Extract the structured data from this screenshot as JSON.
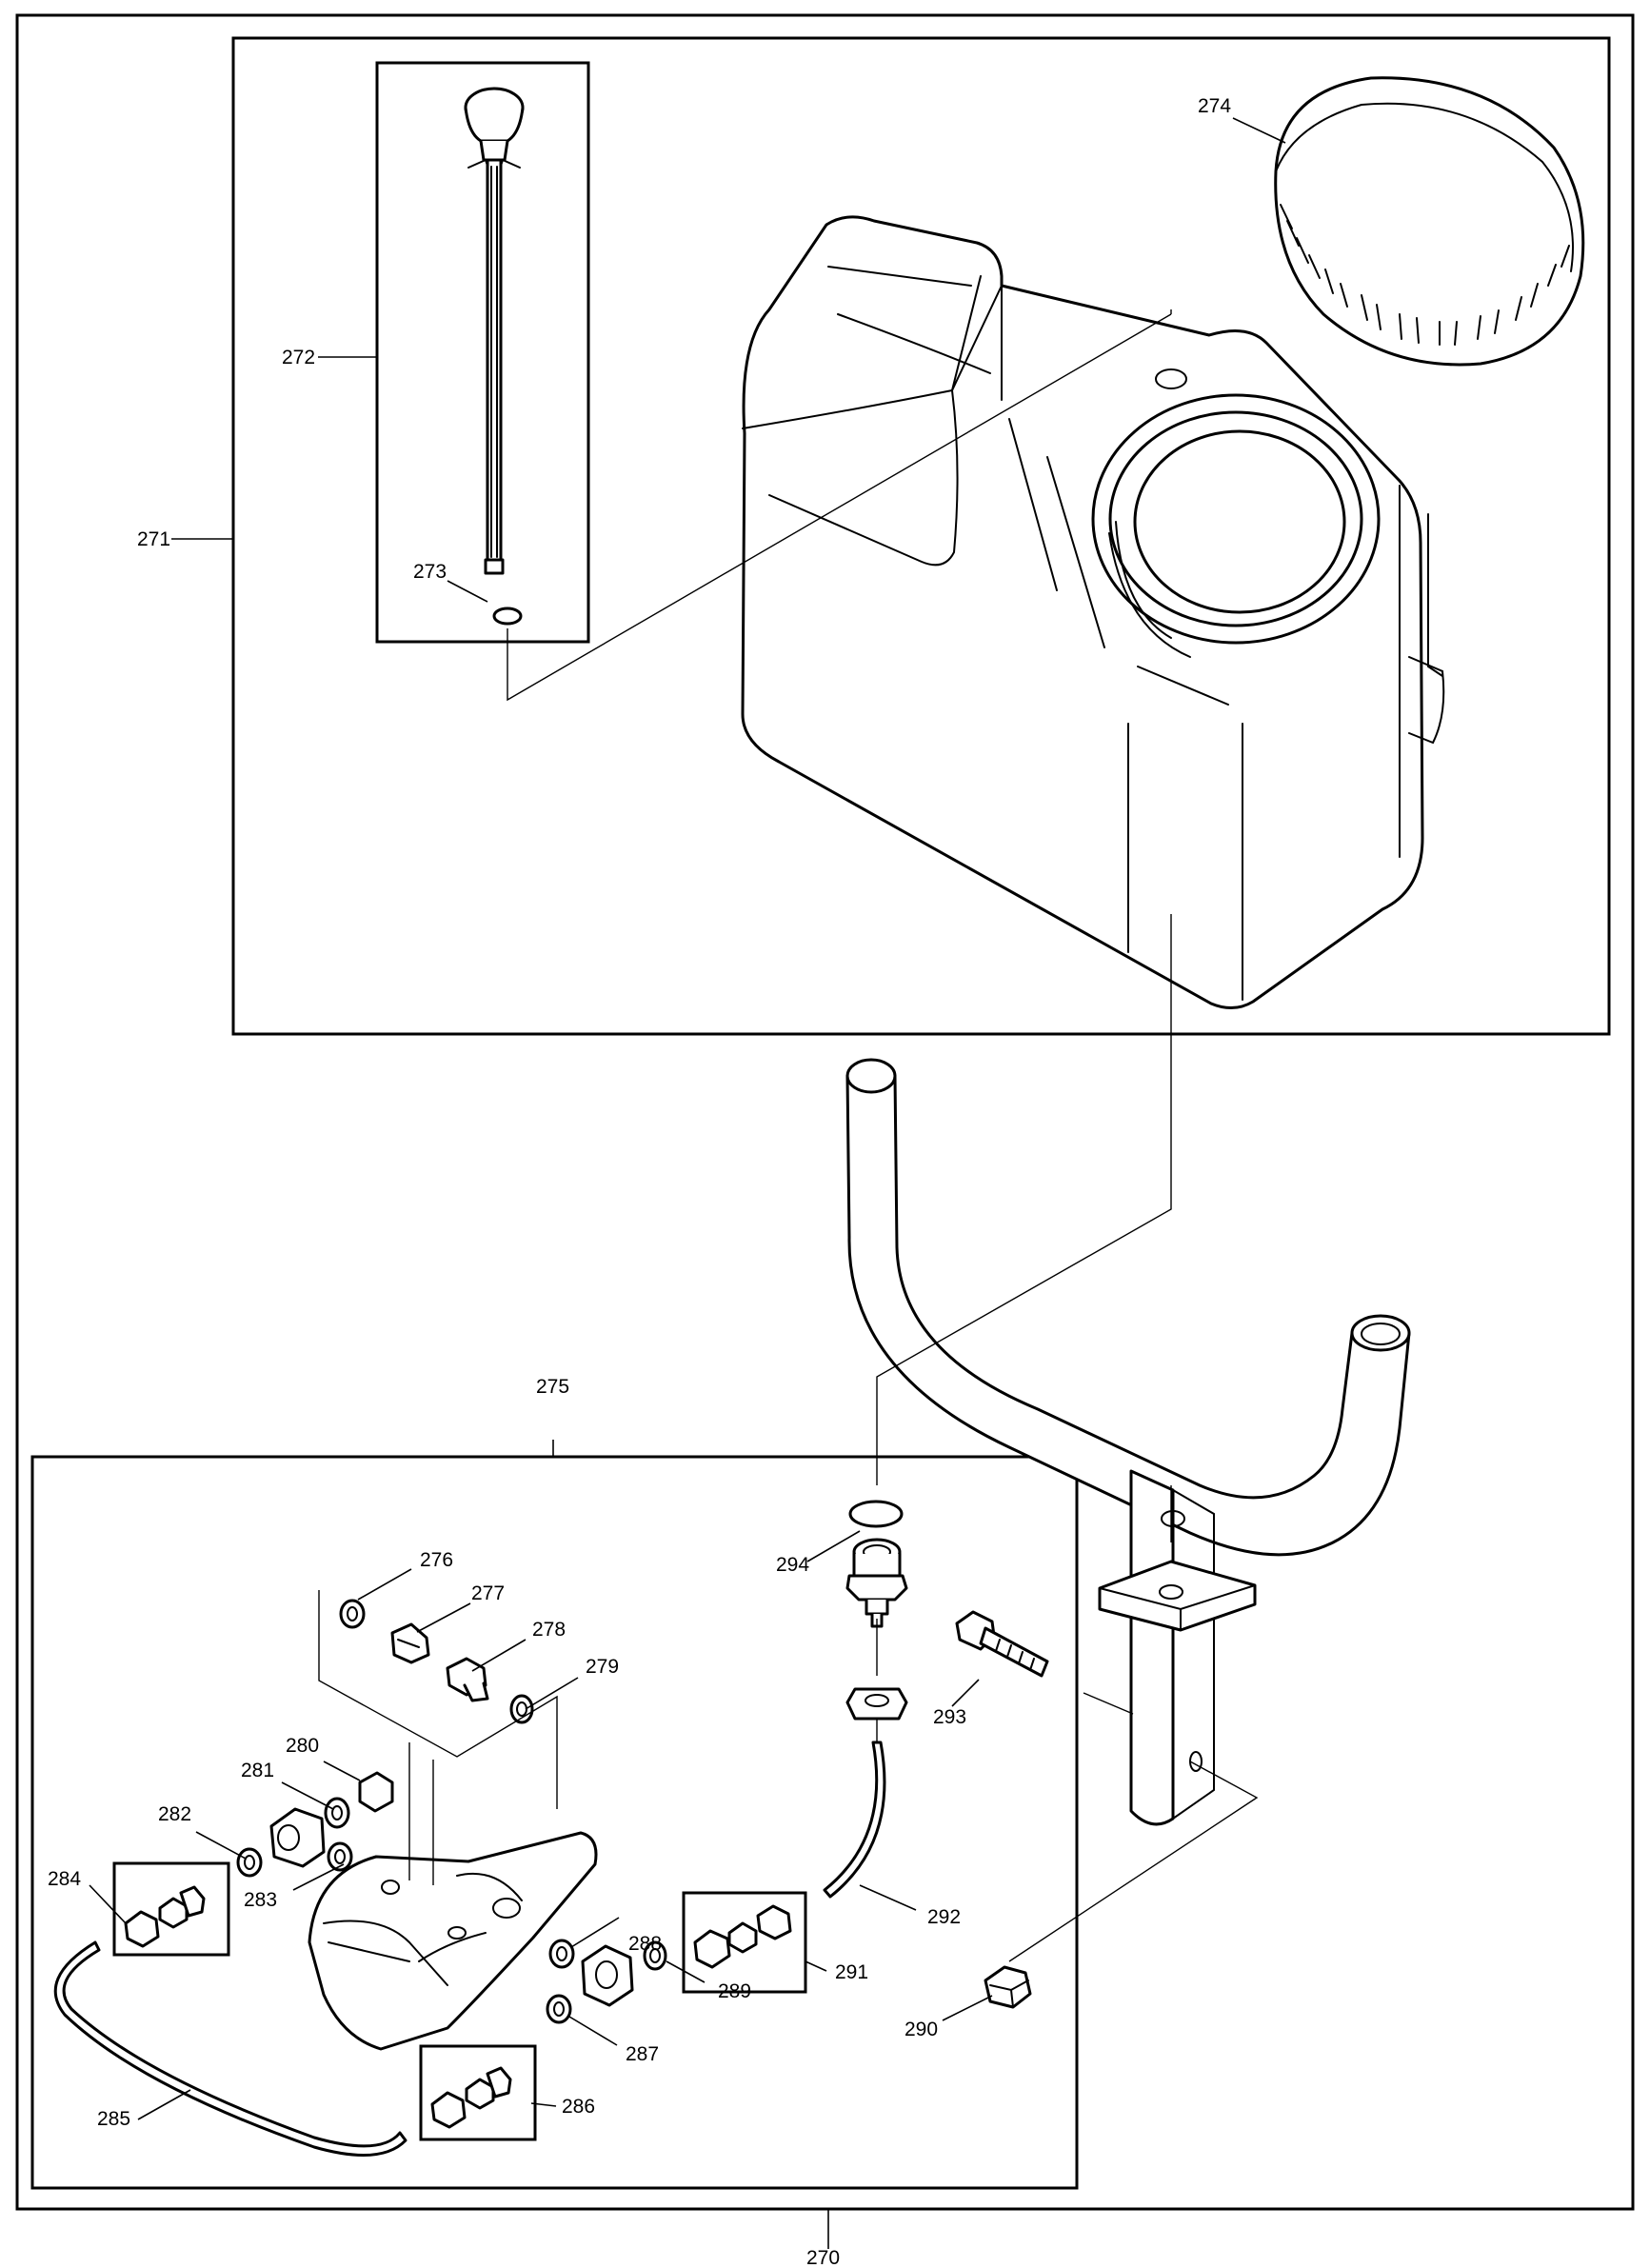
{
  "callouts": {
    "c270": "270",
    "c271": "271",
    "c272": "272",
    "c273": "273",
    "c274": "274",
    "c275": "275",
    "c276": "276",
    "c277": "277",
    "c278": "278",
    "c279": "279",
    "c280": "280",
    "c281": "281",
    "c282": "282",
    "c283": "283",
    "c284": "284",
    "c285": "285",
    "c286": "286",
    "c287": "287",
    "c288": "288",
    "c289": "289",
    "c290": "290",
    "c291": "291",
    "c292": "292",
    "c293": "293",
    "c294": "294"
  },
  "line_color": "#000000",
  "background": "#ffffff"
}
